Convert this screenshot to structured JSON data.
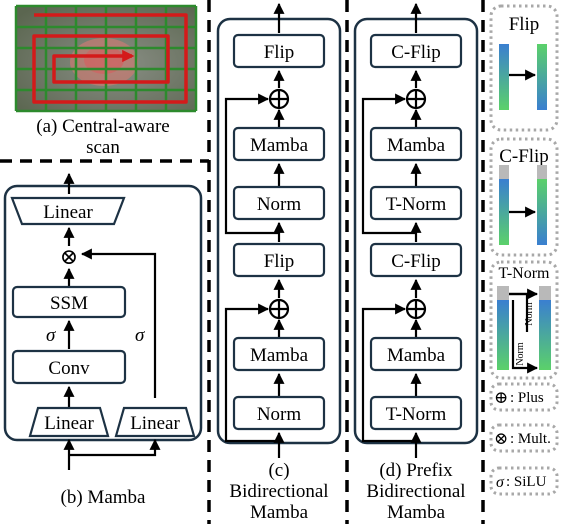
{
  "panel_a": {
    "caption_line1": "(a) Central-aware",
    "caption_line2": "scan"
  },
  "panel_b": {
    "caption": "(b) Mamba",
    "linear_top": "Linear",
    "mult_symbol": "⊗",
    "ssm": "SSM",
    "sigma1": "σ",
    "sigma2": "σ",
    "conv": "Conv",
    "linear_left": "Linear",
    "linear_right": "Linear"
  },
  "panel_c": {
    "caption_line1": "(c)",
    "caption_line2": "Bidirectional",
    "caption_line3": "Mamba",
    "flip_top": "Flip",
    "mamba_top": "Mamba",
    "norm_top": "Norm",
    "flip_bottom": "Flip",
    "mamba_bottom": "Mamba",
    "norm_bottom": "Norm"
  },
  "panel_d": {
    "caption_line1": "(d) Prefix",
    "caption_line2": "Bidirectional",
    "caption_line3": "Mamba",
    "cflip_top": "C-Flip",
    "mamba_top": "Mamba",
    "tnorm_top": "T-Norm",
    "cflip_bottom": "C-Flip",
    "mamba_bottom": "Mamba",
    "tnorm_bottom": "T-Norm"
  },
  "legend": {
    "flip_title": "Flip",
    "cflip_title": "C-Flip",
    "tnorm_title": "T-Norm",
    "norm_label_1": "Norm",
    "norm_label_2": "Norm",
    "plus_symbol": "⊕",
    "plus_text": ": Plus",
    "mult_symbol": "⊗",
    "mult_text": ": Mult.",
    "silu_symbol": "σ",
    "silu_text": ": SiLU"
  },
  "colors": {
    "box_border": "#1d3244",
    "gradient_top": "#3a7fd0",
    "gradient_bottom": "#5bd16a",
    "prefix_gray": "#b9b9b9",
    "scan_arrow": "#d41a1a",
    "scan_grid": "#2d8a2d"
  }
}
